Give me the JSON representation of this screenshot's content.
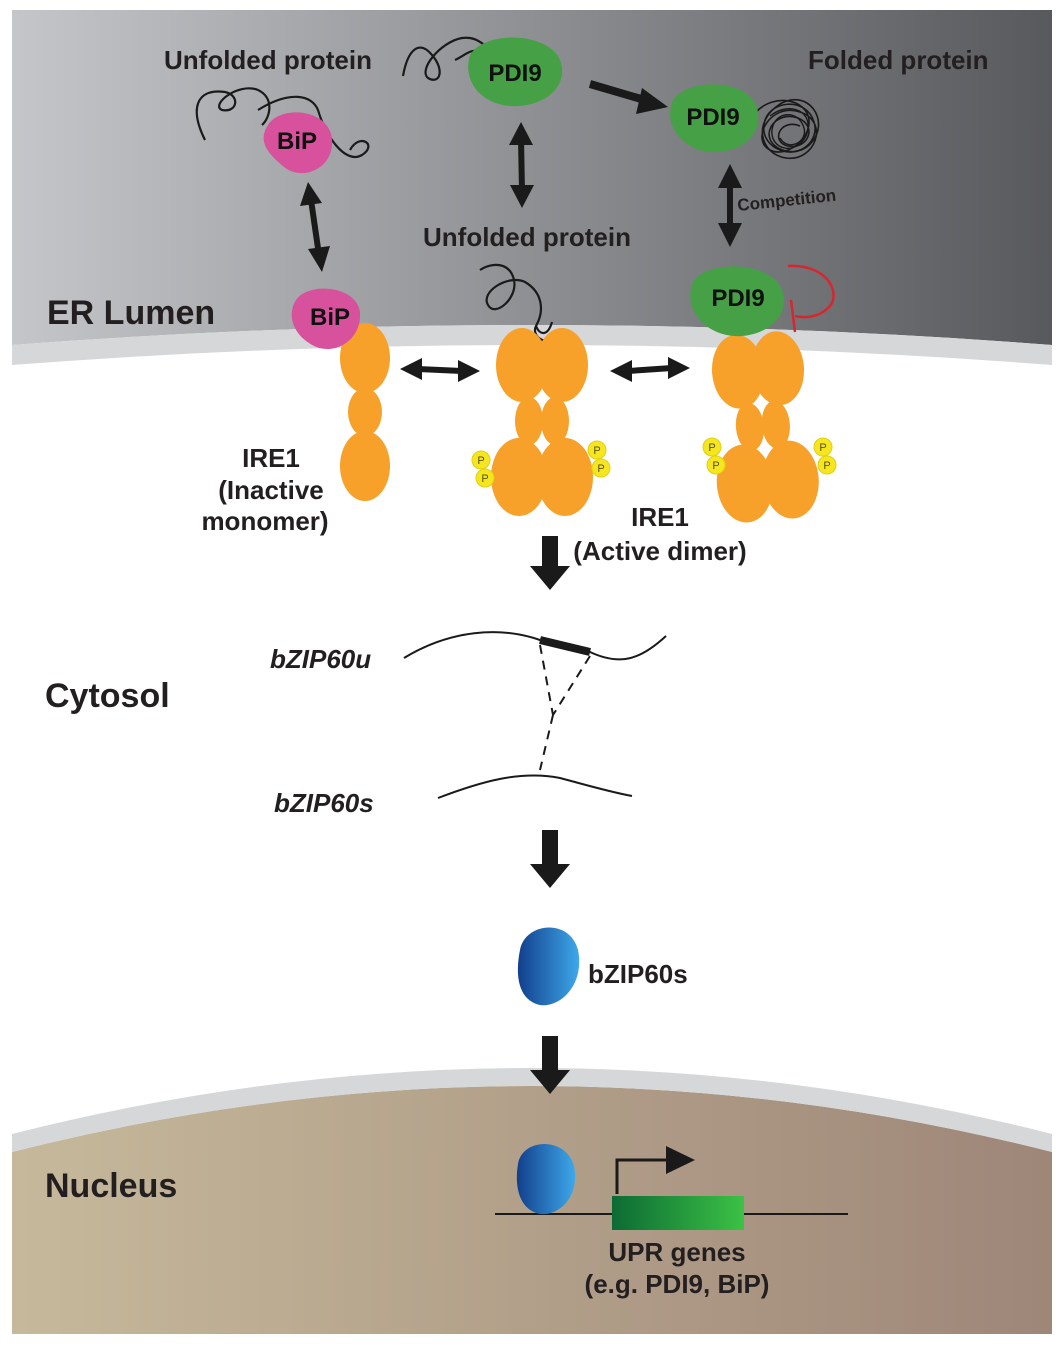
{
  "compartments": {
    "er_lumen": "ER Lumen",
    "cytosol": "Cytosol",
    "nucleus": "Nucleus"
  },
  "labels": {
    "unfolded_protein_left": "Unfolded protein",
    "unfolded_protein_center": "Unfolded protein",
    "folded_protein": "Folded protein",
    "competition": "Competition",
    "ire1_inactive_line1": "IRE1",
    "ire1_inactive_line2": "(Inactive",
    "ire1_inactive_line3": "monomer)",
    "ire1_active_line1": "IRE1",
    "ire1_active_line2": "(Active dimer)",
    "bzip60u": "bZIP60u",
    "bzip60s_mrna": "bZIP60s",
    "bzip60s_protein": "bZIP60s",
    "upr_genes_line1": "UPR genes",
    "upr_genes_line2": "(e.g. PDI9, BiP)"
  },
  "proteins": {
    "bip": "BiP",
    "pdi9": "PDI9",
    "phospho": "P"
  },
  "colors": {
    "er_gradient": [
      "#bfc1c4",
      "#5c5d60"
    ],
    "nucleus_gradient": [
      "#c3b596",
      "#a0877a"
    ],
    "membrane": "#d6d7d8",
    "ire1": "#f7a12b",
    "bip": "#d7519c",
    "pdi9": "#46a046",
    "bzip60s": "#1f6ec5",
    "upr_gene": "#20a046",
    "phospho": "#f5e61f",
    "inhibition": "#d9262e"
  }
}
